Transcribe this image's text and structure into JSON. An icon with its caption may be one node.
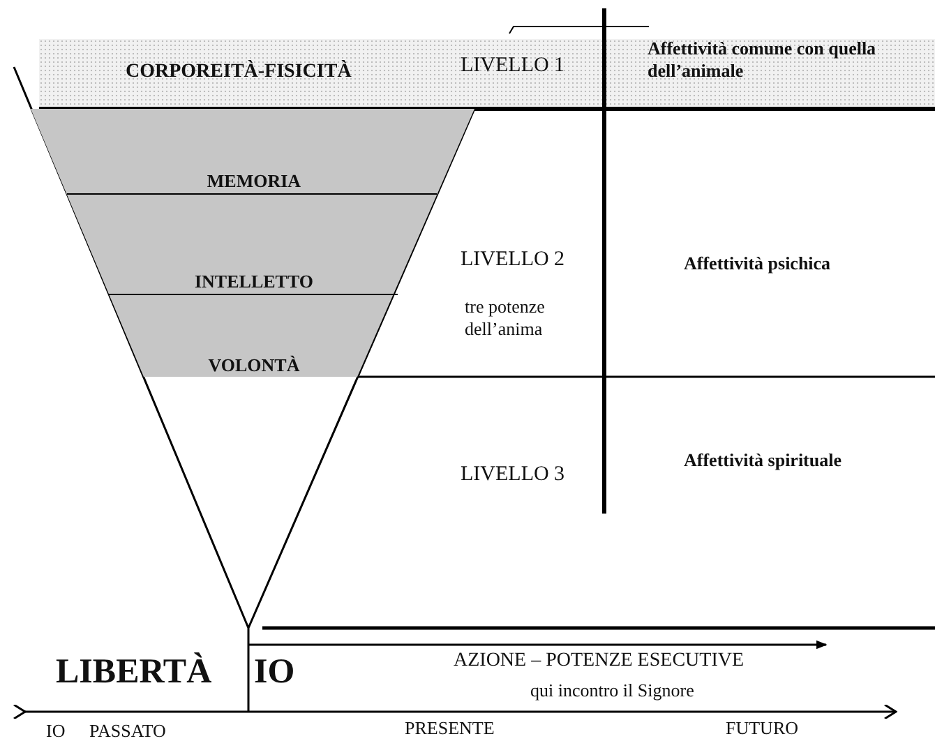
{
  "diagram": {
    "nodes": [
      {
        "text": [
          "CORPOREITÀ-FISICITÀ"
        ]
      },
      {
        "text": [
          "MEMORIA",
          "INTELLETTO",
          "VOLONTÀ"
        ]
      }
    ],
    "labels": [
      "LIVELLO 1",
      "Affettività comune con quella dell’animale",
      "LIVELLO 2",
      "tre potenze dell’anima",
      "Affettività psichica",
      "LIVELLO 3",
      "Affettività spirituale",
      "LIBERTÀ",
      "IO",
      "AZIONE – POTENZE ESECUTIVE",
      "qui incontro il Signore",
      "IO",
      "PASSATO",
      "PRESENTE",
      "FUTURO"
    ]
  }
}
